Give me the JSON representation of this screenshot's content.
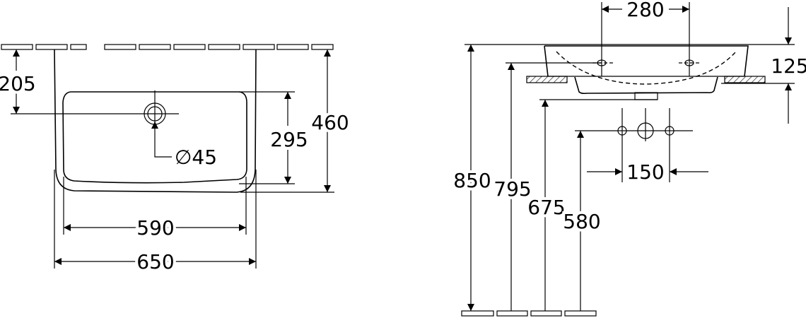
{
  "top_view": {
    "drain_from_wall": "205",
    "bowl_depth": "295",
    "total_depth": "460",
    "drain_diameter": "∅45",
    "bowl_width": "590",
    "total_width": "650"
  },
  "side_view": {
    "tap_hole_spacing": "280",
    "basin_height": "125",
    "rim_height": "850",
    "tap_hole_height": "795",
    "drain_height": "675",
    "supply_height": "580",
    "supply_spacing": "150"
  }
}
